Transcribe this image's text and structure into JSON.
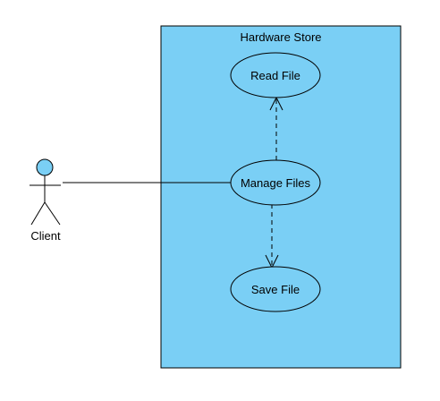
{
  "diagram": {
    "system": {
      "title": "Hardware Store",
      "fill": "#7ACFF5",
      "stroke": "#000000"
    },
    "actor": {
      "name": "Client",
      "head_fill": "#7ACFF5"
    },
    "use_cases": {
      "read_file": {
        "label": "Read File"
      },
      "manage_files": {
        "label": "Manage Files"
      },
      "save_file": {
        "label": "Save File"
      }
    },
    "use_case_fill": "#7ACFF5",
    "line_color": "#000000"
  }
}
